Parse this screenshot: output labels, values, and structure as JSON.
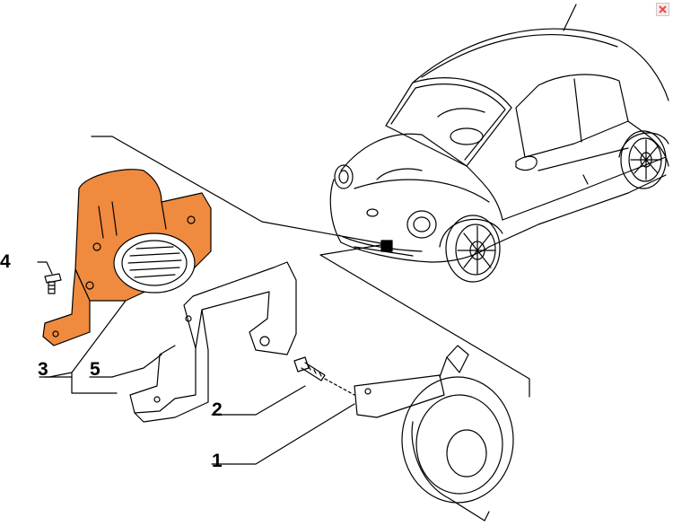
{
  "callouts": {
    "c1": "1",
    "c2": "2",
    "c3": "3",
    "c4": "4",
    "c5": "5"
  },
  "colors": {
    "highlight_part": "#f08a3e",
    "line": "#000000",
    "close_icon": "#e05050"
  },
  "icons": {
    "close": "close-icon"
  }
}
